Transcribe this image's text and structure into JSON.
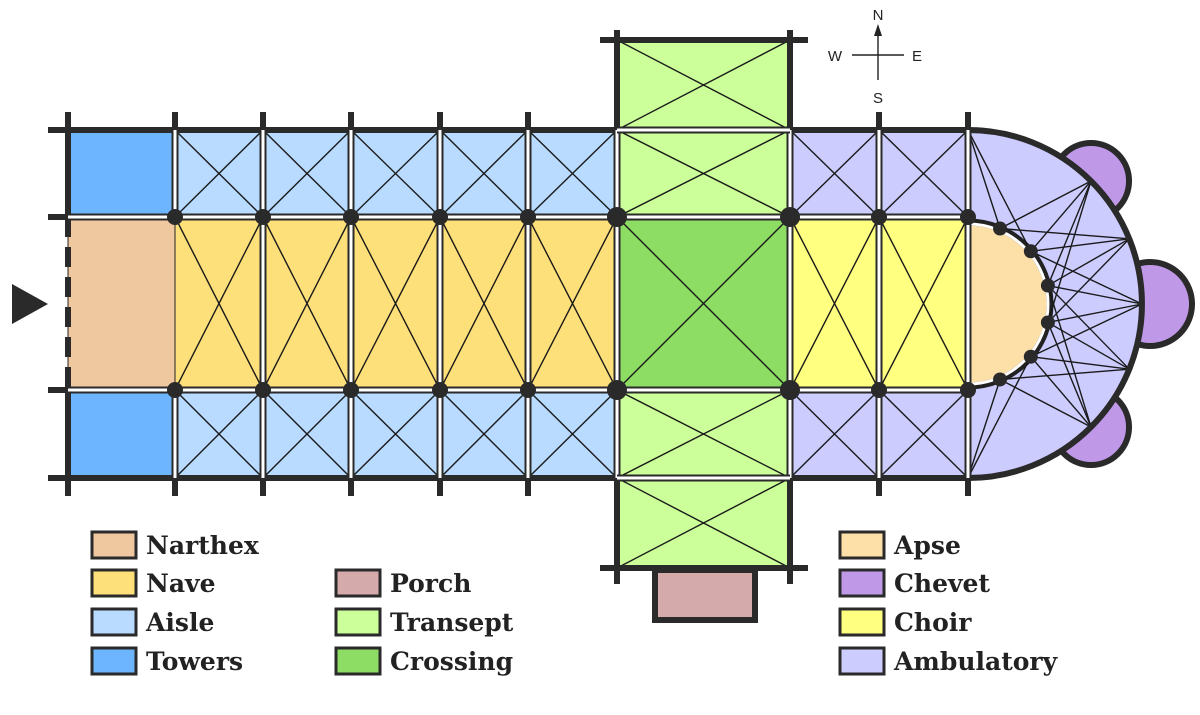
{
  "compass": {
    "n": "N",
    "s": "S",
    "e": "E",
    "w": "W"
  },
  "entrance_icon": "triangle-right-arrow",
  "legend": [
    {
      "label": "Narthex",
      "color": "#f0c8a0"
    },
    {
      "label": "Nave",
      "color": "#fde07a"
    },
    {
      "label": "Aisle",
      "color": "#b8dbff"
    },
    {
      "label": "Towers",
      "color": "#6db6ff"
    },
    {
      "label": "Porch",
      "color": "#d5aaaa"
    },
    {
      "label": "Transept",
      "color": "#ccff99"
    },
    {
      "label": "Crossing",
      "color": "#8ddc64"
    },
    {
      "label": "Apse",
      "color": "#fde0a8"
    },
    {
      "label": "Chevet",
      "color": "#bf99e8"
    },
    {
      "label": "Choir",
      "color": "#ffff80"
    },
    {
      "label": "Ambulatory",
      "color": "#ccccff"
    }
  ]
}
